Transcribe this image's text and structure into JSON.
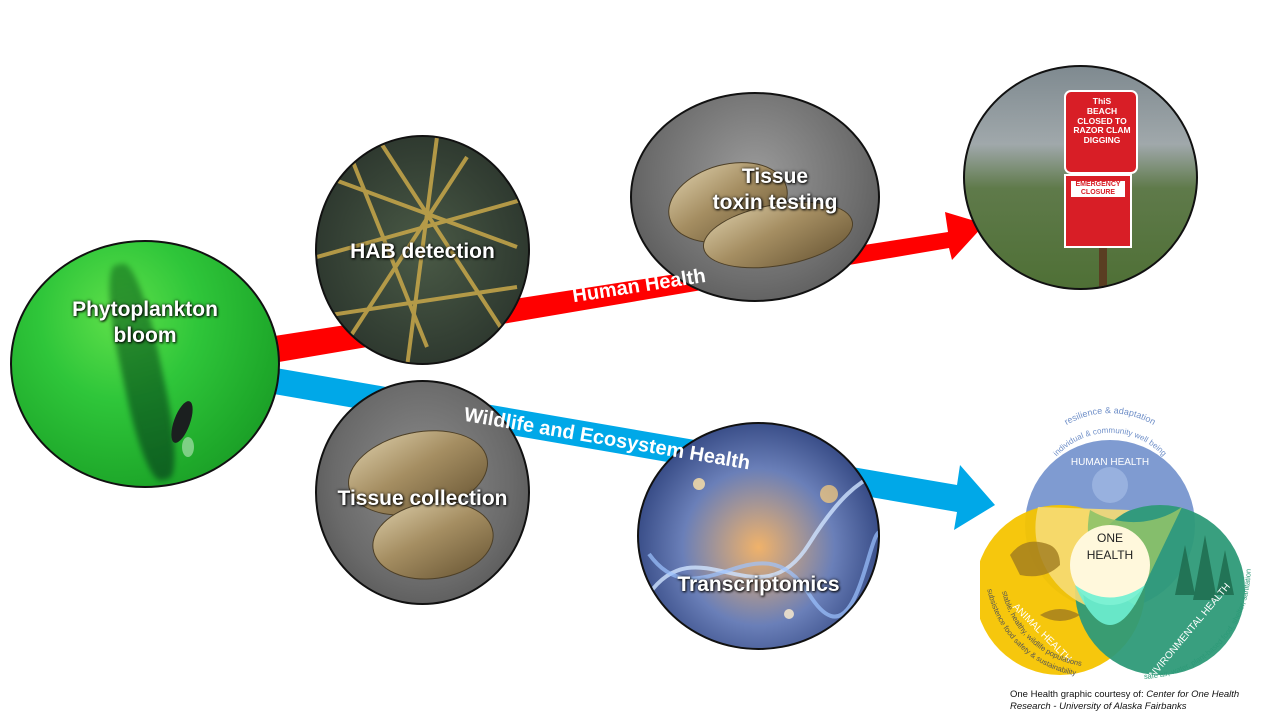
{
  "circles": {
    "phytoplankton": "Phytoplankton\nbloom",
    "hab_detection": "HAB detection",
    "tissue_toxin": "Tissue\ntoxin  testing",
    "tissue_collection": "Tissue collection",
    "transcriptomics": "Transcriptomics"
  },
  "sign": {
    "top": "ThiS\nBEACH\nCLOSED TO\nRAZOR CLAM\nDIGGING",
    "bottom": "EMERGENCY\nCLOSURE"
  },
  "arrows": {
    "human": {
      "label": "Human Health",
      "color": "#ff0000"
    },
    "wildlife": {
      "label": "Wildlife and Ecosystem Health",
      "color": "#00a8e8"
    }
  },
  "venn": {
    "top_caption_1": "resilience & adaptation",
    "top_caption_2": "individual & community well being",
    "human": "HUMAN HEALTH",
    "animal": "ANIMAL HEALTH",
    "environmental": "ENVIRONMENTAL HEALTH",
    "center_1": "ONE",
    "center_2": "HEALTH",
    "animal_caption_1": "subsistence food safety & sustainability",
    "animal_caption_2": "stable, healthy, wildlife populations",
    "env_caption_1": "safe air, water, plant-based food, shelter, sanitation",
    "colors": {
      "human": "#7f9bd1",
      "animal": "#f5c400",
      "environmental": "#2e9a78",
      "center": "#fff8dc"
    }
  },
  "credit": {
    "prefix": "One Health graphic courtesy of: ",
    "institution": "Center for One Health Research - University of Alaska Fairbanks"
  }
}
